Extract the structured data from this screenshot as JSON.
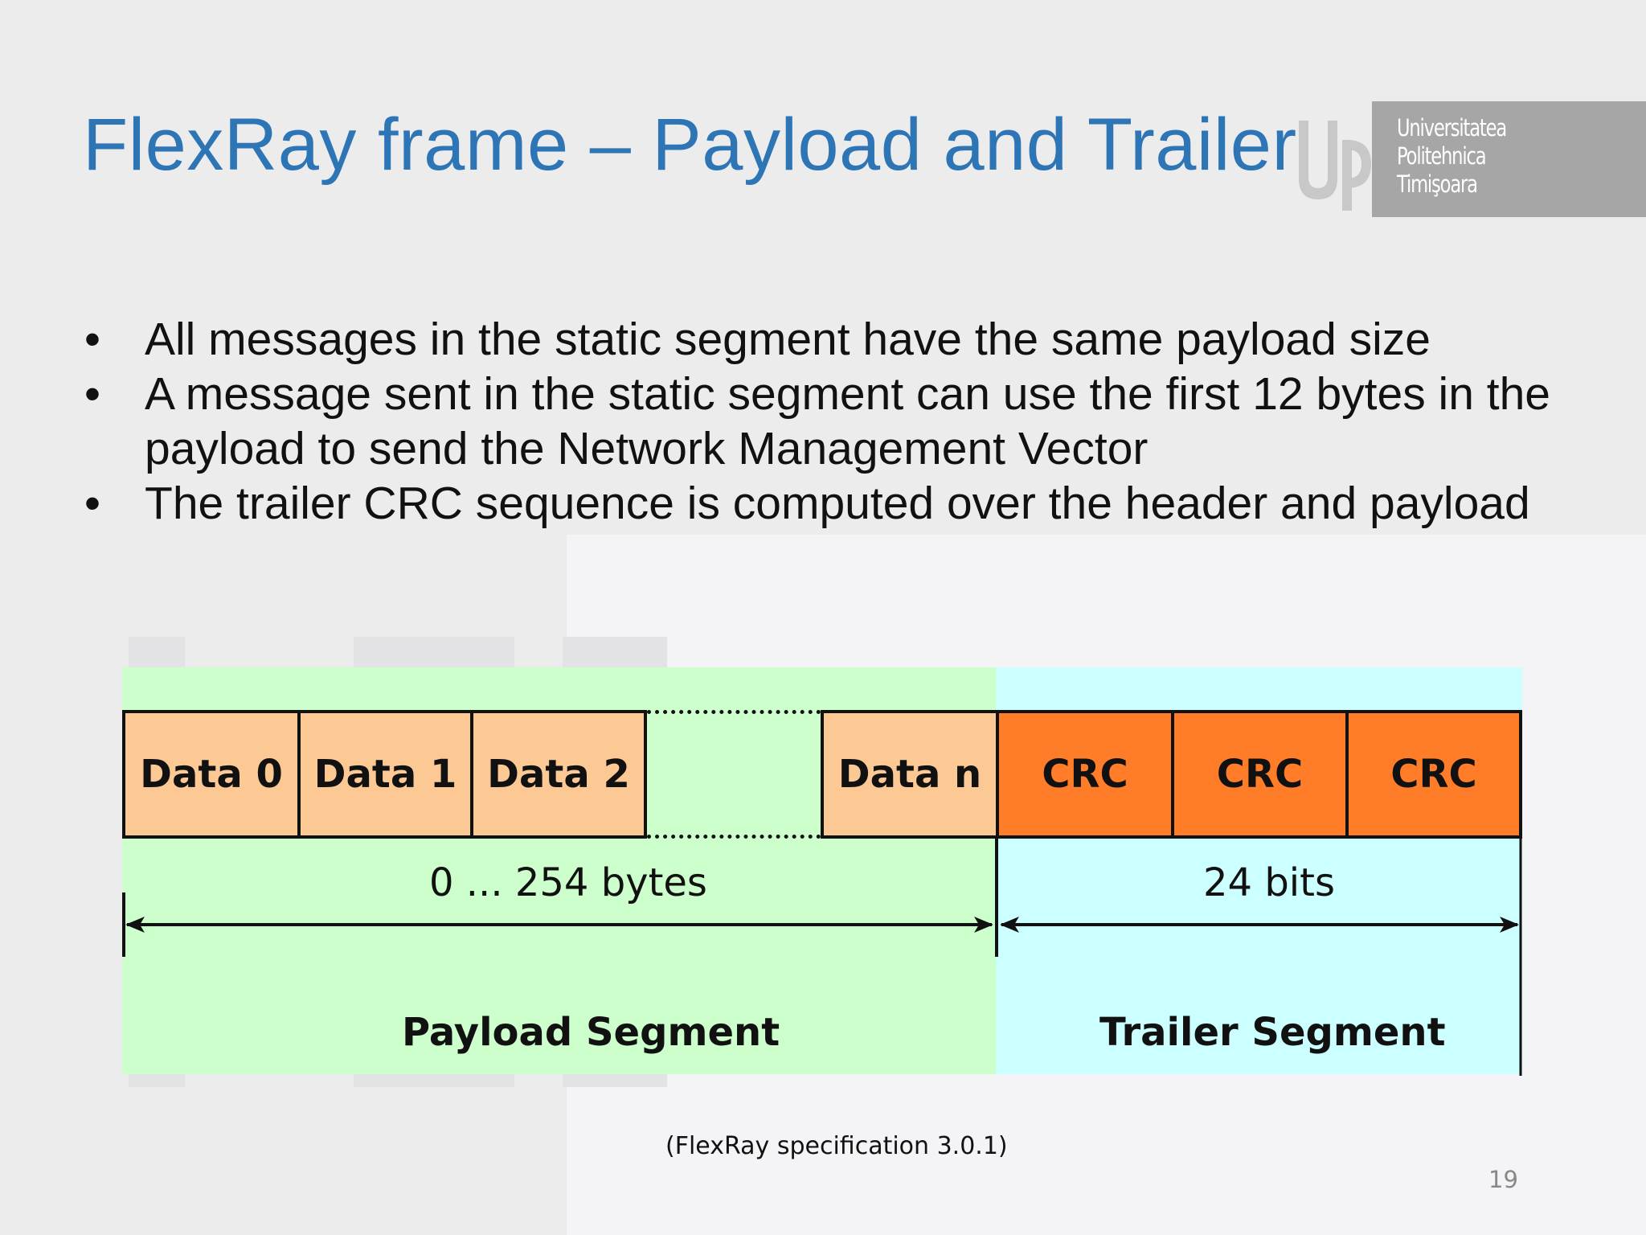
{
  "slide": {
    "title": "FlexRay frame – Payload and Trailer",
    "page_number": "19",
    "caption": "(FlexRay specification 3.0.1)"
  },
  "logo": {
    "line1": "Universitatea",
    "line2": "Politehnica",
    "line3": "Timişoara"
  },
  "bullets": [
    "All messages in the static segment have the same payload size",
    "A message sent in the static segment can use the first 12 bytes in the payload to send the Network Management Vector",
    "The trailer CRC sequence is computed over the header and payload"
  ],
  "diagram": {
    "payload_cells": [
      "Data 0",
      "Data 1",
      "Data 2",
      "Data n"
    ],
    "trailer_cells": [
      "CRC",
      "CRC",
      "CRC"
    ],
    "payload_size_label": "0 ... 254 bytes",
    "trailer_size_label": "24 bits",
    "payload_segment_label": "Payload Segment",
    "trailer_segment_label": "Trailer Segment",
    "colors": {
      "payload_bg": "#ccffcc",
      "trailer_bg": "#ccffff",
      "data_cell": "#fcc995",
      "crc_cell": "#ff7d28",
      "title": "#2e75b6"
    }
  }
}
